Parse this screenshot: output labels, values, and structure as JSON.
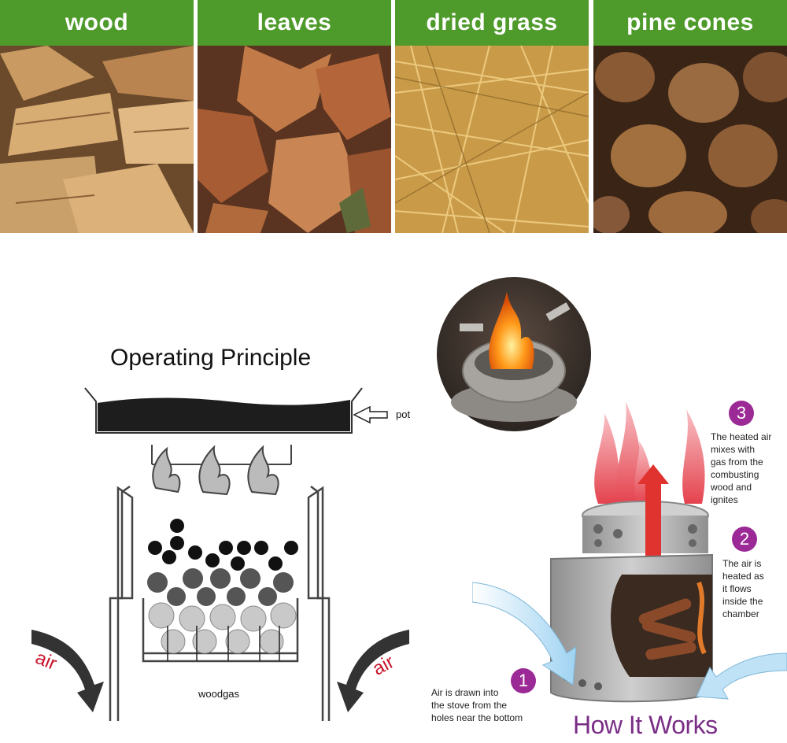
{
  "fuels": [
    {
      "label": "wood"
    },
    {
      "label": "leaves"
    },
    {
      "label": "dried grass"
    },
    {
      "label": "pine cones"
    }
  ],
  "diagram": {
    "title": "Operating Principle",
    "pot_label": "pot",
    "woodgas_label": "woodgas",
    "air_left": "air",
    "air_right": "air"
  },
  "how": {
    "title": "How It Works",
    "steps": [
      {
        "num": "1",
        "text": [
          "Air is drawn into",
          "the stove from the",
          "holes near the bottom"
        ]
      },
      {
        "num": "2",
        "text": [
          "The air is",
          "heated as",
          "it flows",
          "inside the",
          "chamber"
        ]
      },
      {
        "num": "3",
        "text": [
          "The heated air",
          "mixes with",
          "gas from the",
          "combusting",
          "wood and",
          "ignites"
        ]
      }
    ]
  },
  "colors": {
    "band": "#4e9a2a",
    "accent": "#9b2a96",
    "air": "#c8142a"
  }
}
